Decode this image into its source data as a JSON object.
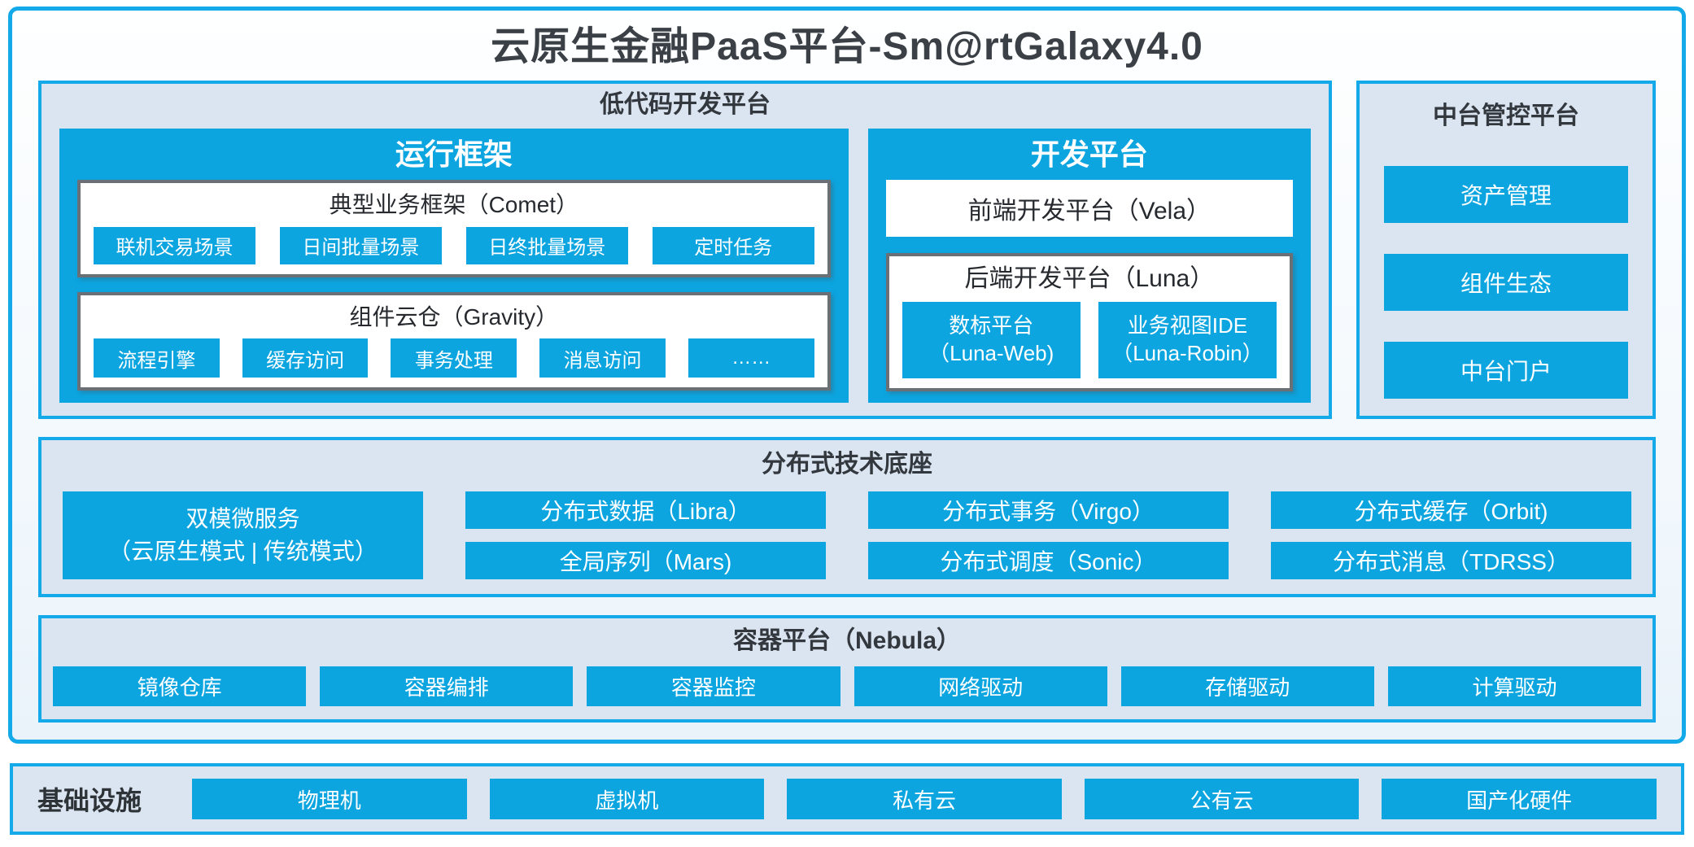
{
  "title": "云原生金融PaaS平台-Sm@rtGalaxy4.0",
  "colors": {
    "accent_blue": "#0ca5e0",
    "border_blue": "#14a9e8",
    "panel_bg": "#dbe5f1",
    "box_border_gray": "#6a7076",
    "title_text": "#3a4046",
    "node_text": "#ffffff"
  },
  "low_code": {
    "title": "低代码开发平台",
    "runtime": {
      "title": "运行框架",
      "comet": {
        "title": "典型业务框架（Comet）",
        "items": [
          "联机交易场景",
          "日间批量场景",
          "日终批量场景",
          "定时任务"
        ]
      },
      "gravity": {
        "title": "组件云仓（Gravity）",
        "items": [
          "流程引擎",
          "缓存访问",
          "事务处理",
          "消息访问",
          "……"
        ]
      }
    },
    "dev": {
      "title": "开发平台",
      "vela": "前端开发平台（Vela）",
      "luna": {
        "title": "后端开发平台（Luna）",
        "items": [
          {
            "line1": "数标平台",
            "line2": "（Luna-Web)"
          },
          {
            "line1": "业务视图IDE",
            "line2": "（Luna-Robin）"
          }
        ]
      }
    }
  },
  "mid_platform": {
    "title": "中台管控平台",
    "items": [
      "资产管理",
      "组件生态",
      "中台门户"
    ]
  },
  "distributed": {
    "title": "分布式技术底座",
    "dual_mode": {
      "line1": "双模微服务",
      "line2": "（云原生模式 | 传统模式）"
    },
    "items": [
      "分布式数据（Libra）",
      "分布式事务（Virgo）",
      "分布式缓存（Orbit)",
      "全局序列（Mars)",
      "分布式调度（Sonic）",
      "分布式消息（TDRSS）"
    ]
  },
  "container_platform": {
    "title": "容器平台（Nebula）",
    "items": [
      "镜像仓库",
      "容器编排",
      "容器监控",
      "网络驱动",
      "存储驱动",
      "计算驱动"
    ]
  },
  "infrastructure": {
    "label": "基础设施",
    "items": [
      "物理机",
      "虚拟机",
      "私有云",
      "公有云",
      "国产化硬件"
    ]
  }
}
